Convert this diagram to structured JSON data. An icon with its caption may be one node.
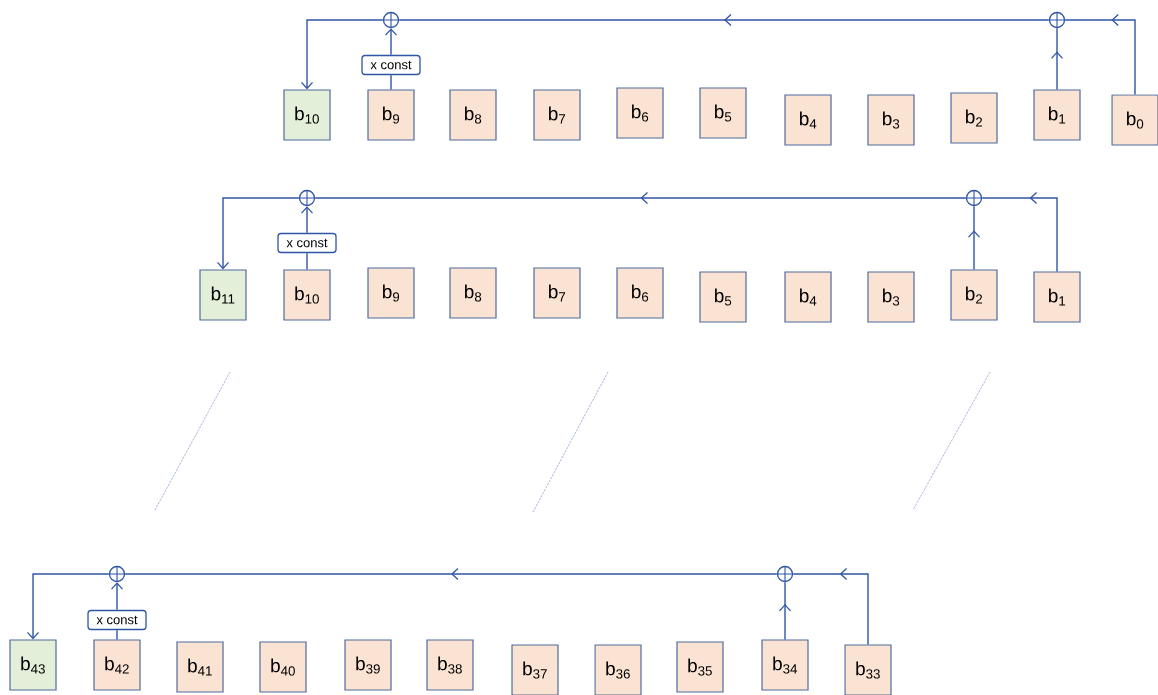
{
  "diagram": {
    "nodes": [
      {
        "text": [],
        "shape": "circle"
      },
      {
        "text": [],
        "shape": "circle"
      },
      {
        "text": [
          "x const"
        ]
      },
      {
        "text": [
          "b$_{10}$"
        ]
      },
      {
        "text": [
          "b$_{9}$"
        ]
      },
      {
        "text": [
          "b$_{8}$"
        ]
      },
      {
        "text": [
          "b$_{7}$"
        ]
      },
      {
        "text": [
          "b$_{6}$"
        ]
      },
      {
        "text": [
          "b$_{5}$"
        ]
      },
      {
        "text": [
          "b$_{4}$"
        ]
      },
      {
        "text": [
          "b$_{3}$"
        ]
      },
      {
        "text": [
          "b$_{2}$"
        ]
      },
      {
        "text": [
          "b$_{1}$"
        ]
      },
      {
        "text": [
          "b$_{0}$"
        ]
      },
      {
        "text": [],
        "shape": "circle"
      },
      {
        "text": [],
        "shape": "circle"
      },
      {
        "text": [
          "x const"
        ]
      },
      {
        "text": [
          "b$_{11}$"
        ]
      },
      {
        "text": [
          "b$_{10}$"
        ]
      },
      {
        "text": [
          "b$_{9}$"
        ]
      },
      {
        "text": [
          "b$_{8}$"
        ]
      },
      {
        "text": [
          "b$_{7}$"
        ]
      },
      {
        "text": [
          "b$_{6}$"
        ]
      },
      {
        "text": [
          "b$_{5}$"
        ]
      },
      {
        "text": [
          "b$_{4}$"
        ]
      },
      {
        "text": [
          "b$_{3}$"
        ]
      },
      {
        "text": [
          "b$_{2}$"
        ]
      },
      {
        "text": [
          "b$_{1}$"
        ]
      },
      {
        "text": [],
        "shape": "circle"
      },
      {
        "text": [],
        "shape": "circle"
      },
      {
        "text": [
          "x const"
        ]
      },
      {
        "text": [
          "b$_{43}$"
        ]
      },
      {
        "text": [
          "b$_{42}$"
        ]
      },
      {
        "text": [
          "b$_{41}$"
        ]
      },
      {
        "text": [
          "b$_{40}$"
        ]
      },
      {
        "text": [
          "b$_{39}$"
        ]
      },
      {
        "text": [
          "b$_{38}$"
        ]
      },
      {
        "text": [
          "b$_{37}$"
        ]
      },
      {
        "text": [
          "b$_{36}$"
        ]
      },
      {
        "text": [
          "b$_{35}$"
        ]
      },
      {
        "text": [
          "b$_{34}$"
        ]
      },
      {
        "text": [
          "b$_{33}$"
        ]
      }
    ],
    "edges": [
      {
        "from": 13,
        "to": 1,
        "arrow": "to"
      },
      {
        "from": 12,
        "to": 1,
        "arrow": "to"
      },
      {
        "from": 1,
        "to": 0,
        "arrow": "to"
      },
      {
        "from": 4,
        "to": 2,
        "arrow": "none"
      },
      {
        "from": 2,
        "to": 0,
        "arrow": "to"
      },
      {
        "from": 0,
        "to": 3,
        "arrow": "to"
      },
      {
        "from": 27,
        "to": 15,
        "arrow": "to"
      },
      {
        "from": 26,
        "to": 15,
        "arrow": "to"
      },
      {
        "from": 15,
        "to": 14,
        "arrow": "to"
      },
      {
        "from": 18,
        "to": 16,
        "arrow": "none"
      },
      {
        "from": 16,
        "to": 14,
        "arrow": "to"
      },
      {
        "from": 14,
        "to": 17,
        "arrow": "to"
      },
      {
        "from": 41,
        "to": 29,
        "arrow": "to"
      },
      {
        "from": 40,
        "to": 29,
        "arrow": "to"
      },
      {
        "from": 29,
        "to": 28,
        "arrow": "to"
      },
      {
        "from": 32,
        "to": 30,
        "arrow": "none"
      },
      {
        "from": 30,
        "to": 28,
        "arrow": "to"
      },
      {
        "from": 28,
        "to": 31,
        "arrow": "to"
      }
    ]
  }
}
